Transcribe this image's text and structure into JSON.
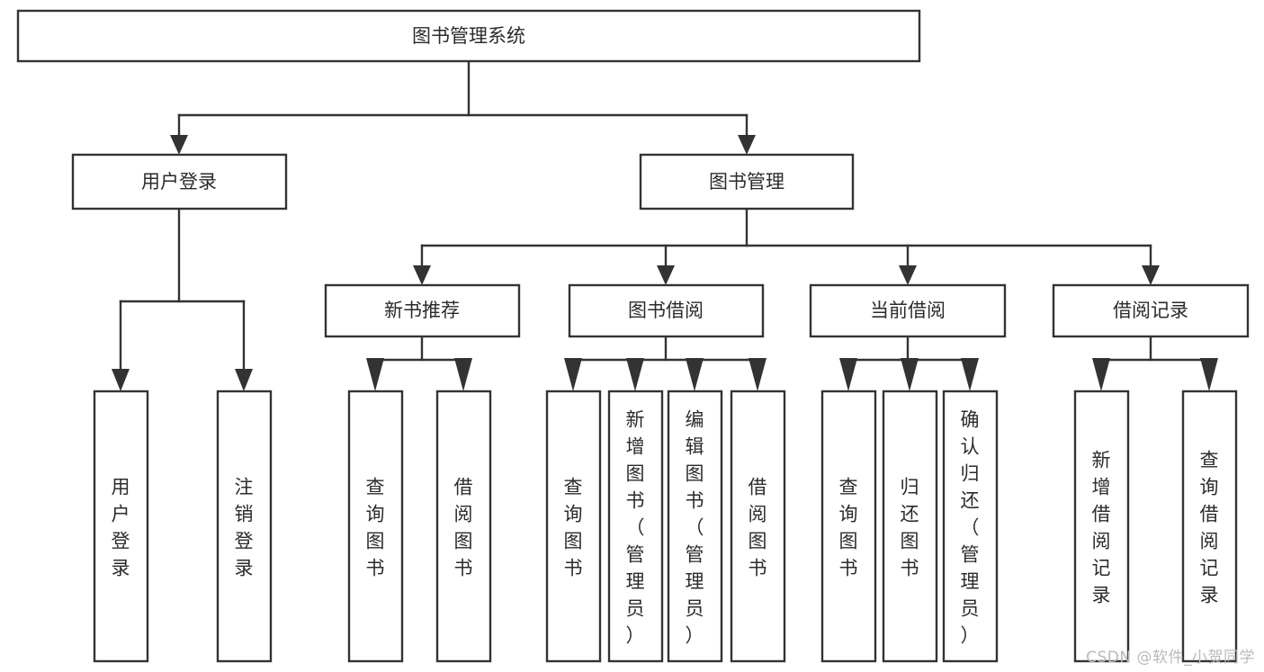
{
  "diagram": {
    "type": "tree",
    "title": "图书管理系统",
    "root": {
      "id": "root",
      "label": "图书管理系统"
    },
    "level1": [
      {
        "id": "user-login",
        "label": "用户登录"
      },
      {
        "id": "book-manage",
        "label": "图书管理"
      }
    ],
    "level2": [
      {
        "id": "new-book-recommend",
        "label": "新书推荐",
        "parent": "book-manage"
      },
      {
        "id": "book-borrow",
        "label": "图书借阅",
        "parent": "book-manage"
      },
      {
        "id": "current-borrow",
        "label": "当前借阅",
        "parent": "book-manage"
      },
      {
        "id": "borrow-record",
        "label": "借阅记录",
        "parent": "book-manage"
      }
    ],
    "leaves": [
      {
        "id": "leaf-user-login",
        "label": "用户登录",
        "parent": "user-login"
      },
      {
        "id": "leaf-logout",
        "label": "注销登录",
        "parent": "user-login"
      },
      {
        "id": "leaf-query-book-1",
        "label": "查询图书",
        "parent": "new-book-recommend"
      },
      {
        "id": "leaf-borrow-book-1",
        "label": "借阅图书",
        "parent": "new-book-recommend"
      },
      {
        "id": "leaf-query-book-2",
        "label": "查询图书",
        "parent": "book-borrow"
      },
      {
        "id": "leaf-add-book",
        "label": "新增图书（管理员）",
        "parent": "book-borrow"
      },
      {
        "id": "leaf-edit-book",
        "label": "编辑图书（管理员）",
        "parent": "book-borrow"
      },
      {
        "id": "leaf-borrow-book-2",
        "label": "借阅图书",
        "parent": "book-borrow"
      },
      {
        "id": "leaf-query-book-3",
        "label": "查询图书",
        "parent": "current-borrow"
      },
      {
        "id": "leaf-return-book",
        "label": "归还图书",
        "parent": "current-borrow"
      },
      {
        "id": "leaf-confirm-return",
        "label": "确认归还（管理员）",
        "parent": "current-borrow"
      },
      {
        "id": "leaf-add-record",
        "label": "新增借阅记录",
        "parent": "borrow-record"
      },
      {
        "id": "leaf-query-record",
        "label": "查询借阅记录",
        "parent": "borrow-record"
      }
    ],
    "colors": {
      "stroke": "#333333",
      "box_fill": "#ffffff",
      "text": "#2b2b2b",
      "background": "#ffffff",
      "watermark": "#b9b9b9"
    }
  },
  "watermark": {
    "text": "CSDN @软件_小贺同学"
  }
}
